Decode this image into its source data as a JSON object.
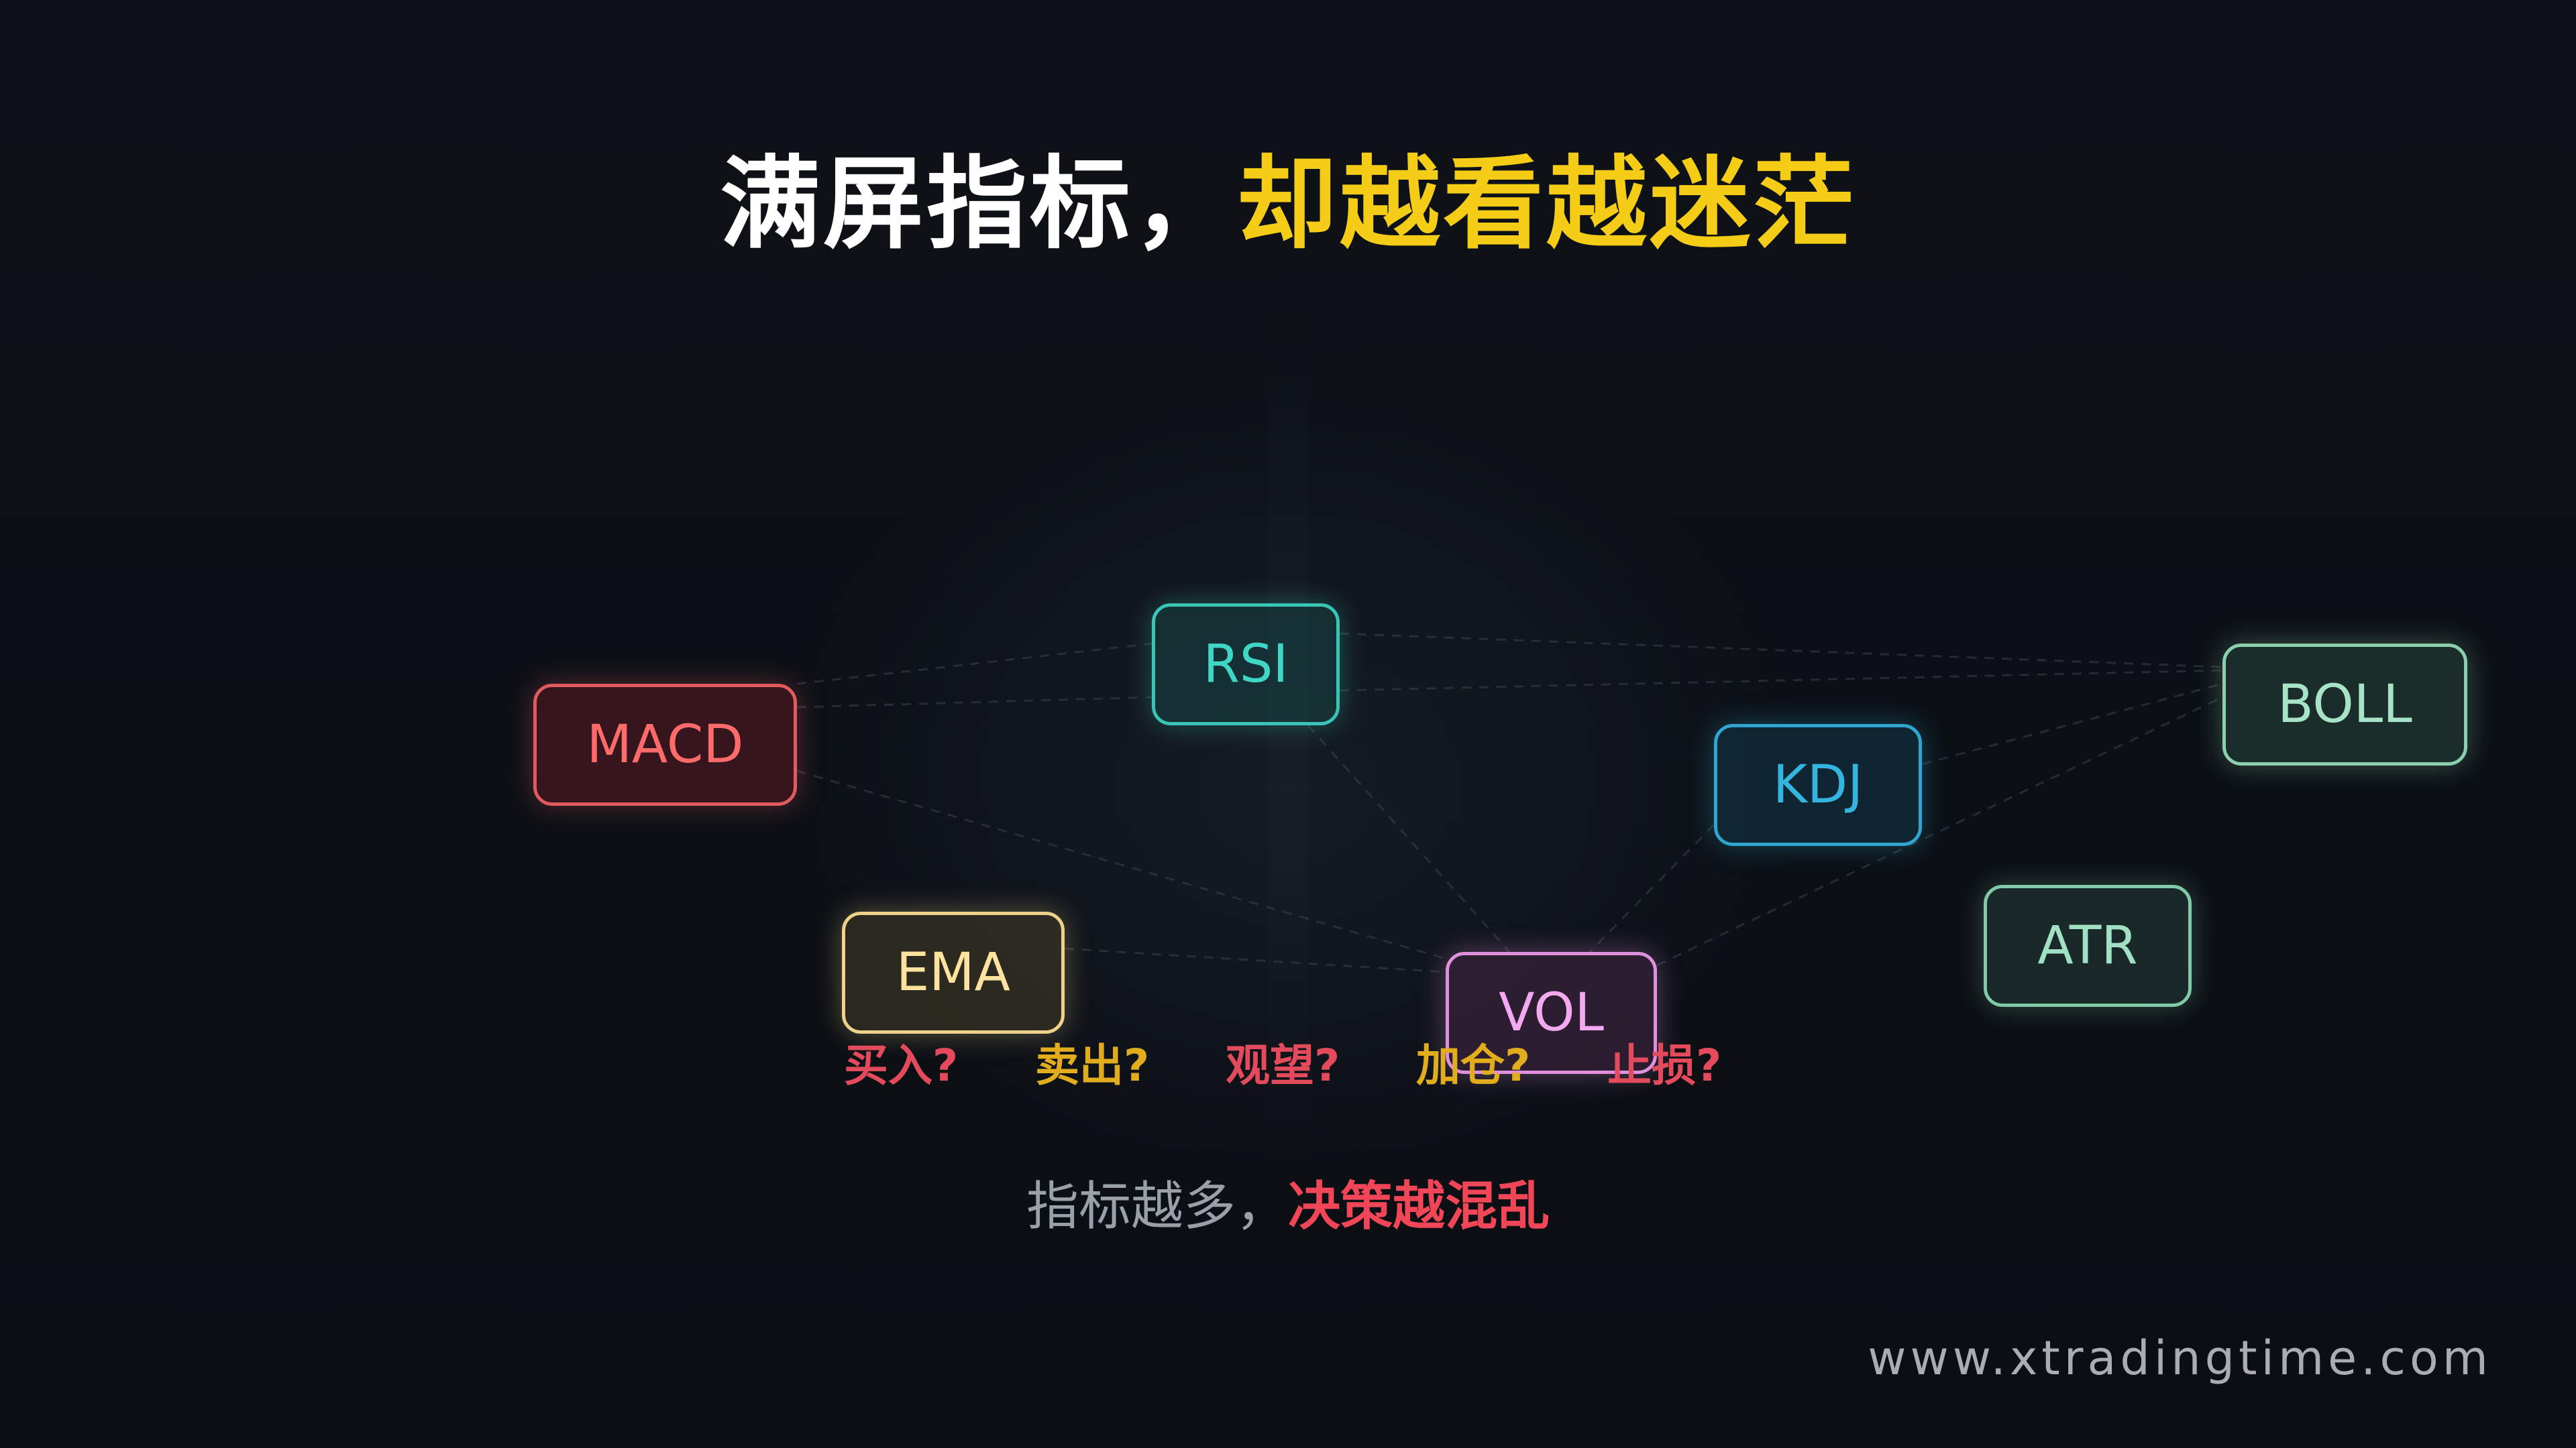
{
  "title": {
    "part1": "满屏指标，",
    "part2": "却越看越迷茫"
  },
  "indicators": {
    "macd": "MACD",
    "rsi": "RSI",
    "kdj": "KDJ",
    "boll": "BOLL",
    "ema": "EMA",
    "vol": "VOL",
    "atr": "ATR"
  },
  "questions": [
    "买入?",
    "卖出?",
    "观望?",
    "加仓?",
    "止损?"
  ],
  "subtitle": {
    "part1": "指标越多，",
    "part2": "决策越混乱"
  },
  "footer": "www.xtradingtime.com",
  "colors": {
    "background": "#0d1117",
    "title_white": "#ffffff",
    "title_yellow": "#f5cc16",
    "macd": "#ff6b6b",
    "rsi": "#3fd6c6",
    "kdj": "#33b5e0",
    "boll": "#a7e3c6",
    "ema": "#fde39e",
    "vol": "#f3a8f0",
    "atr": "#a2e0c4",
    "question_red": "#e34b5d",
    "question_yellow": "#e2ad1c",
    "subtitle_gray": "#9aa0a8",
    "subtitle_red": "#f04657"
  }
}
